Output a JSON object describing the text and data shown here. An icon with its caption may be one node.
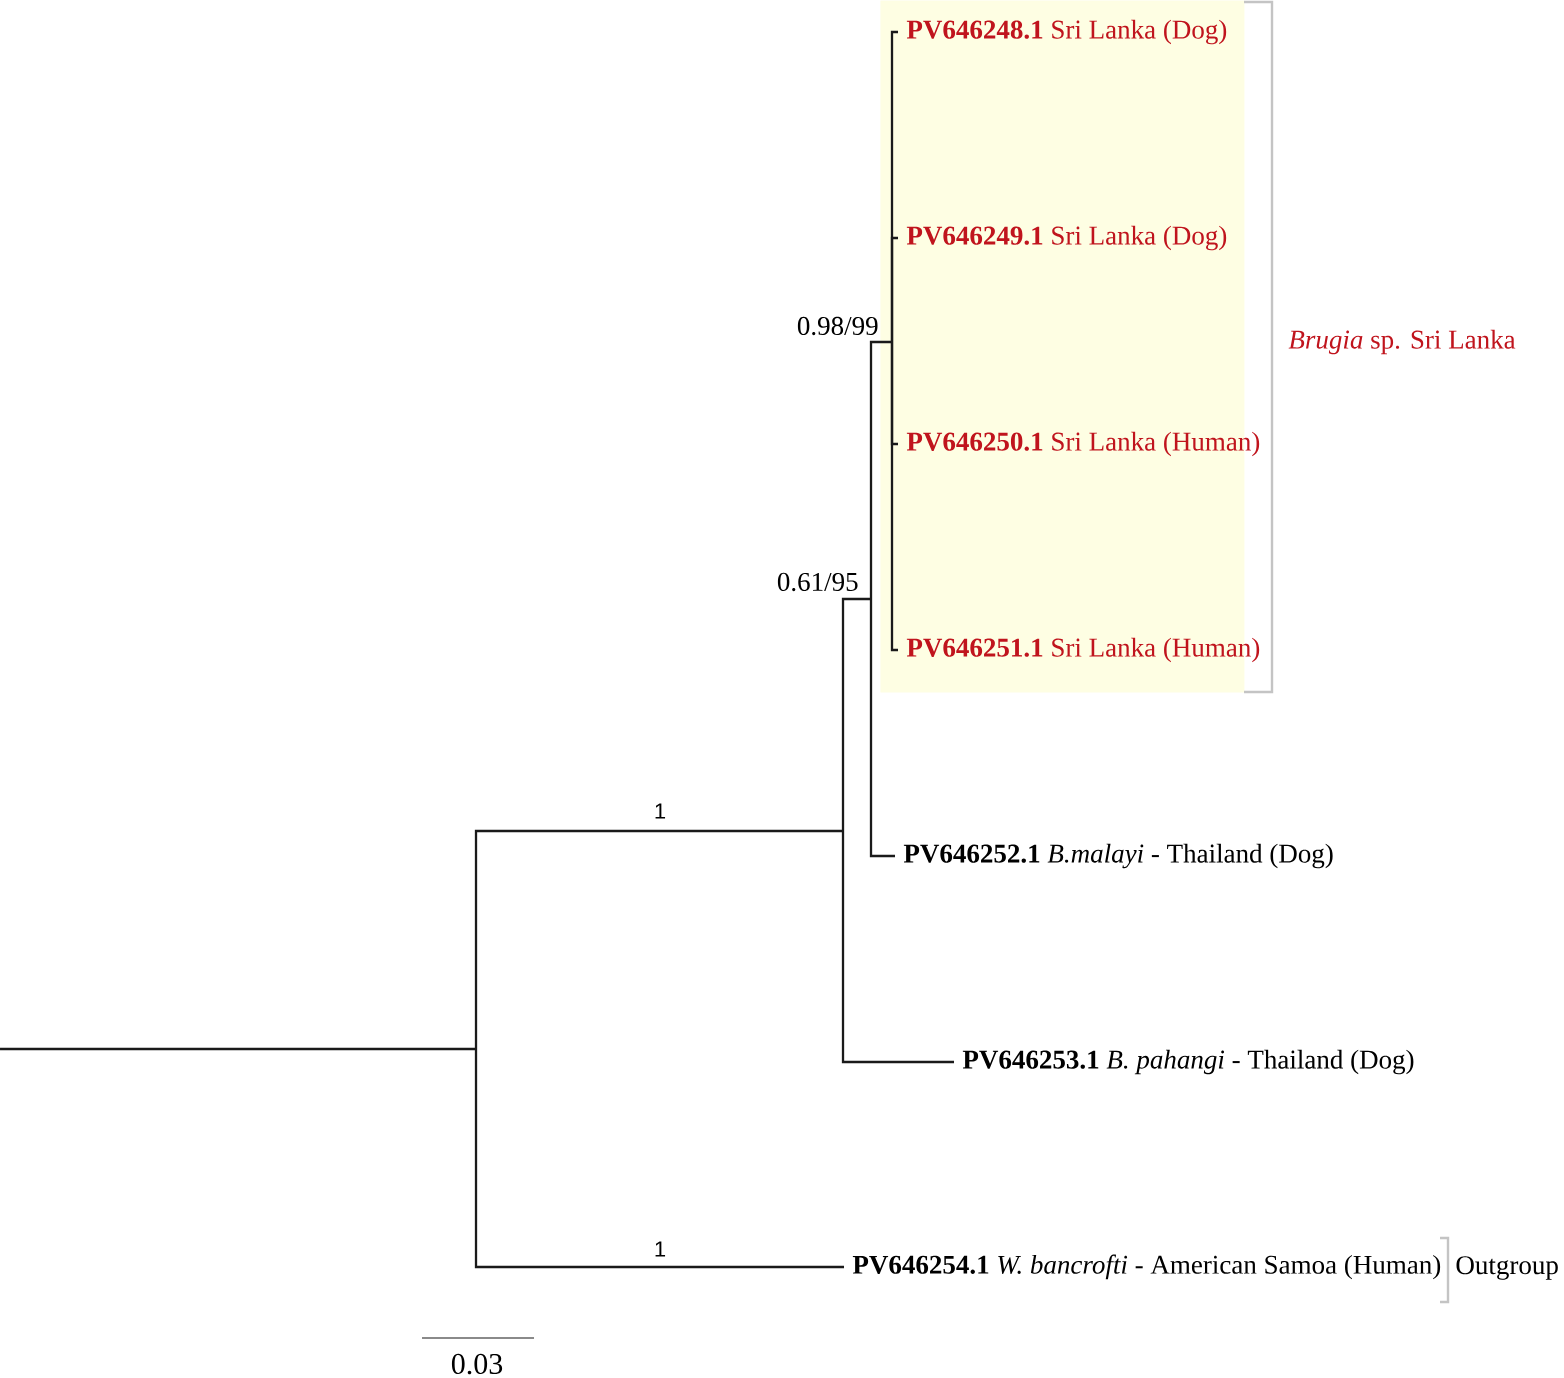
{
  "diagram": {
    "nodes": [
      {
        "text": [],
        "shape": "box",
        "beside": [
          "*Brugia* sp. Sri Lanka"
        ]
      },
      {
        "text": [
          "**PV646248.1** Sri Lanka (Dog)"
        ],
        "in": 0
      },
      {
        "text": [
          "**PV646249.1** Sri Lanka (Dog)"
        ],
        "in": 0
      },
      {
        "text": [
          "**PV646250.1** Sri Lanka (Human)"
        ],
        "in": 0
      },
      {
        "text": [
          "**PV646251.1** Sri Lanka (Human)"
        ],
        "in": 0
      },
      {
        "text": [
          "**PV646252.1** *B.malayi* - Thailand (Dog)"
        ]
      },
      {
        "text": [
          "**PV646253.1** *B. pahangi* - Thailand (Dog)"
        ]
      },
      {
        "text": [
          "**PV646254.1** *W. bancrofti* - American Samoa (Human)"
        ],
        "beside": [
          "Outgroup"
        ]
      }
    ],
    "edges": [
      {
        "from": null,
        "to": 1,
        "arrow": "none"
      },
      {
        "from": null,
        "to": 2,
        "arrow": "none"
      },
      {
        "from": null,
        "to": 3,
        "arrow": "none"
      },
      {
        "from": null,
        "to": 4,
        "arrow": "none"
      },
      {
        "from": null,
        "to": 5,
        "arrow": "none"
      },
      {
        "from": null,
        "to": 6,
        "arrow": "none"
      },
      {
        "from": null,
        "to": 7,
        "arrow": "none"
      }
    ],
    "labels": [
      "0.98/99",
      "0.61/95",
      "1",
      "1",
      "0.03"
    ]
  }
}
